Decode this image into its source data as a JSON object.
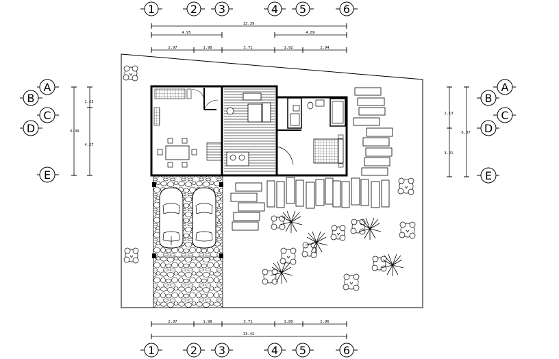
{
  "grid": {
    "columns": [
      "1",
      "2",
      "3",
      "4",
      "5",
      "6"
    ],
    "rows_left": [
      "A",
      "B",
      "C",
      "D",
      "E"
    ],
    "rows_right": [
      "A",
      "B",
      "C",
      "D",
      "E"
    ]
  },
  "dimensions": {
    "top_overall": "13.39",
    "top_partial_left": "4.95",
    "top_partial_right": "4.89",
    "top_segments": [
      "2.97",
      "1.98",
      "3.71",
      "1.92",
      "2.94"
    ],
    "bottom_segments": [
      "2.97",
      "1.98",
      "3.71",
      "1.80",
      "2.96"
    ],
    "bottom_overall": "13.42",
    "left_total": "6.30",
    "left_segments": [
      "1.23",
      "4.27"
    ],
    "right_total": "6.37",
    "right_segments": [
      "2.13",
      "3.21"
    ]
  }
}
